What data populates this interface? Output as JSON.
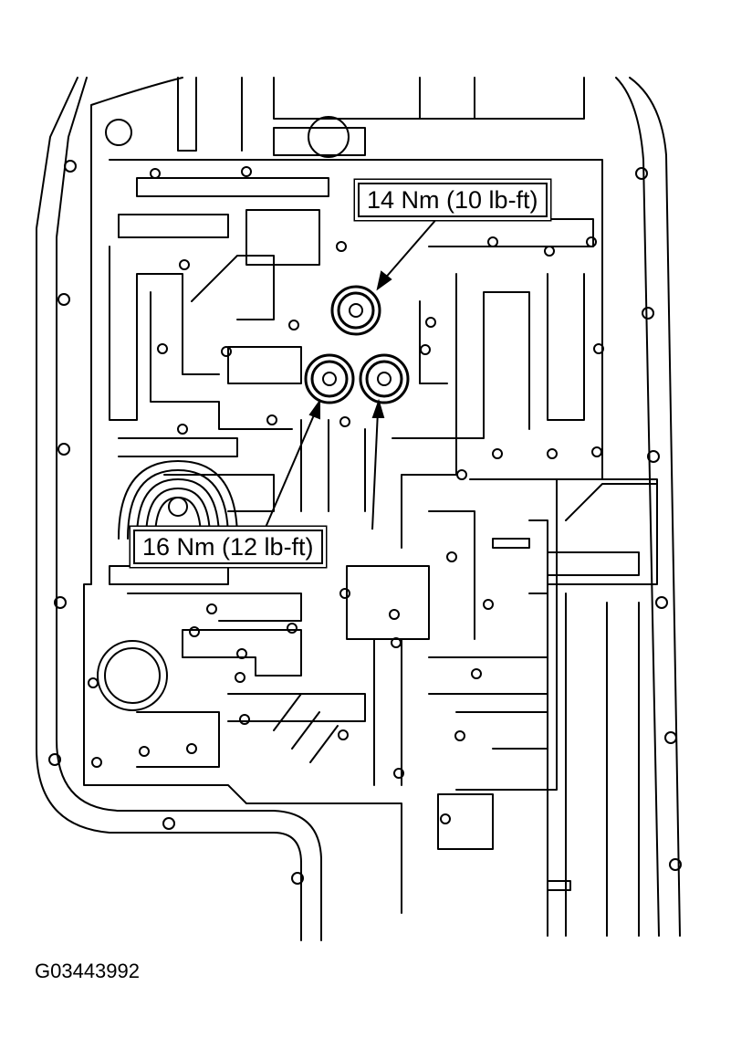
{
  "figure": {
    "callout_top": "14 Nm (10 lb-ft)",
    "callout_bottom": "16 Nm (12 lb-ft)",
    "figure_id": "G03443992"
  },
  "colors": {
    "line": "#000000",
    "background": "#ffffff"
  },
  "icons": [
    "bolt-icon"
  ]
}
